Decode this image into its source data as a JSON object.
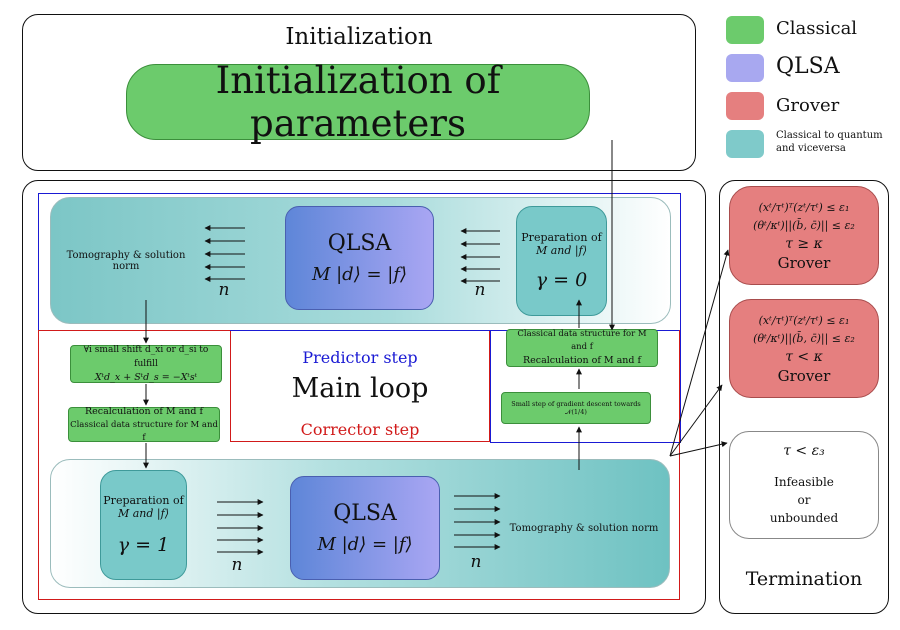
{
  "initialization": {
    "panel_title": "Initialization",
    "params_label": "Initialization of parameters"
  },
  "legend": {
    "items": [
      {
        "label": "Classical",
        "color": "#6ccb6c"
      },
      {
        "label": "QLSA",
        "color": "#a8a8f0"
      },
      {
        "label": "Grover",
        "color": "#e57f7f"
      },
      {
        "label": "Classical to quantum and viceversa",
        "color": "#7fcaca"
      }
    ]
  },
  "predictor": {
    "label": "Predictor step",
    "tomography": "Tomography & solution norm",
    "n_label": "n",
    "qlsa_title": "QLSA",
    "qlsa_eq": "M |d⟩ = |f⟩",
    "prep_line1": "Preparation of",
    "prep_line2": "M and |f⟩",
    "gamma": "γ = 0",
    "classical_struct_line1": "Classical data structure for M and f",
    "classical_struct_line2": "Recalculation of M and f",
    "gradient_step": "Small step of gradient descent towards 𝒩(1/4)",
    "color": "#1a1ad4"
  },
  "main_loop": {
    "label": "Main loop"
  },
  "corrector": {
    "label": "Corrector step",
    "shift_line1": "∀i small shift d_xi or d_si to fulfill",
    "shift_line2": "Xᵗd_x + Sᵗd_s = −Xᵗsᵗ",
    "recalc_line1": "Recalculation of M and f",
    "recalc_line2": "Classical data structure for M and f",
    "prep_line1": "Preparation of",
    "prep_line2": "M and |f⟩",
    "gamma": "γ = 1",
    "n_label": "n",
    "qlsa_title": "QLSA",
    "qlsa_eq": "M |d⟩ = |f⟩",
    "tomography": "Tomography & solution norm",
    "color": "#d11a1a"
  },
  "termination": {
    "title": "Termination",
    "grover1": {
      "cond1": "(xᵗ/τᵗ)ᵀ(zᵗ/τᵗ) ≤ ε₁",
      "cond2": "(θᵗ/κᵗ)||(b̄, c̄)|| ≤ ε₂",
      "cond3": "τ ≥ κ",
      "label": "Grover"
    },
    "grover2": {
      "cond1": "(xᵗ/τᵗ)ᵀ(zᵗ/τᵗ) ≤ ε₁",
      "cond2": "(θᵗ/κᵗ)||(b̄, c̄)|| ≤ ε₂",
      "cond3": "τ < κ",
      "label": "Grover"
    },
    "infeasible": {
      "cond": "τ < ε₃",
      "line1": "Infeasible",
      "line2": "or",
      "line3": "unbounded"
    }
  }
}
